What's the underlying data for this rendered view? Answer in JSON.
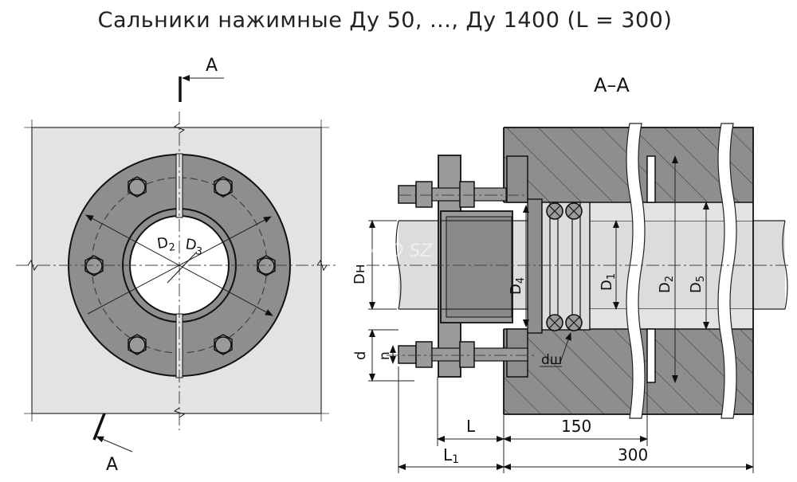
{
  "title": "Сальники нажимные Ду 50, ..., Ду 1400  (L = 300)",
  "watermark": "ZAVOD SZ",
  "front_view": {
    "section_mark": "A",
    "labels": {
      "d2": "D",
      "d2_sub": "2",
      "d3": "D",
      "d3_sub": "3"
    }
  },
  "section_view": {
    "title": "A–A",
    "labels": {
      "dn": "Dн",
      "d4": "D",
      "d4_sub": "4",
      "d1": "D",
      "d1_sub": "1",
      "d2": "D",
      "d2_sub": "2",
      "d5": "D",
      "d5_sub": "5",
      "dsh": "dш",
      "d": "d",
      "n": "n",
      "L": "L",
      "L1": "L",
      "L1_sub": "1",
      "dim150": "150",
      "dim300": "300"
    }
  },
  "colors": {
    "wall": "#e3e3e3",
    "flange": "#8e8e8e",
    "pipe": "#dcdcdc",
    "metal": "#9a9a9a",
    "line": "#1a1a1a"
  }
}
